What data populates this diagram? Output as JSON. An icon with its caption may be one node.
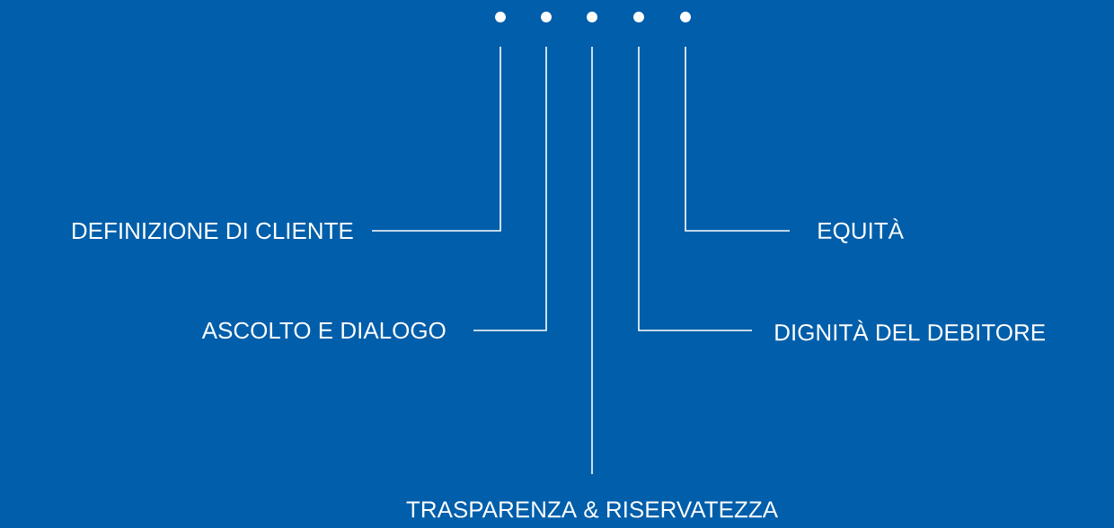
{
  "diagram": {
    "nodes": [
      {
        "text": [],
        "shape": "circle"
      },
      {
        "text": [],
        "shape": "circle"
      },
      {
        "text": [],
        "shape": "circle"
      },
      {
        "text": [],
        "shape": "circle"
      },
      {
        "text": [],
        "shape": "circle"
      },
      {
        "text": [
          "DEFINIZIONE DI CLIENTE"
        ]
      },
      {
        "text": [
          "EQUITÀ"
        ]
      },
      {
        "text": [
          "ASCOLTO E DIALOGO"
        ]
      },
      {
        "text": [
          "DIGNITÀ DEL DEBITORE"
        ]
      },
      {
        "text": [
          "TRASPARENZA & RISERVATEZZA"
        ]
      }
    ],
    "edges": [
      {
        "from": 0,
        "to": 5,
        "arrow": "none"
      },
      {
        "from": 1,
        "to": 7,
        "arrow": "none"
      },
      {
        "from": 2,
        "to": 9,
        "arrow": "none"
      },
      {
        "from": 3,
        "to": 8,
        "arrow": "none"
      },
      {
        "from": 4,
        "to": 6,
        "arrow": "none"
      }
    ]
  }
}
